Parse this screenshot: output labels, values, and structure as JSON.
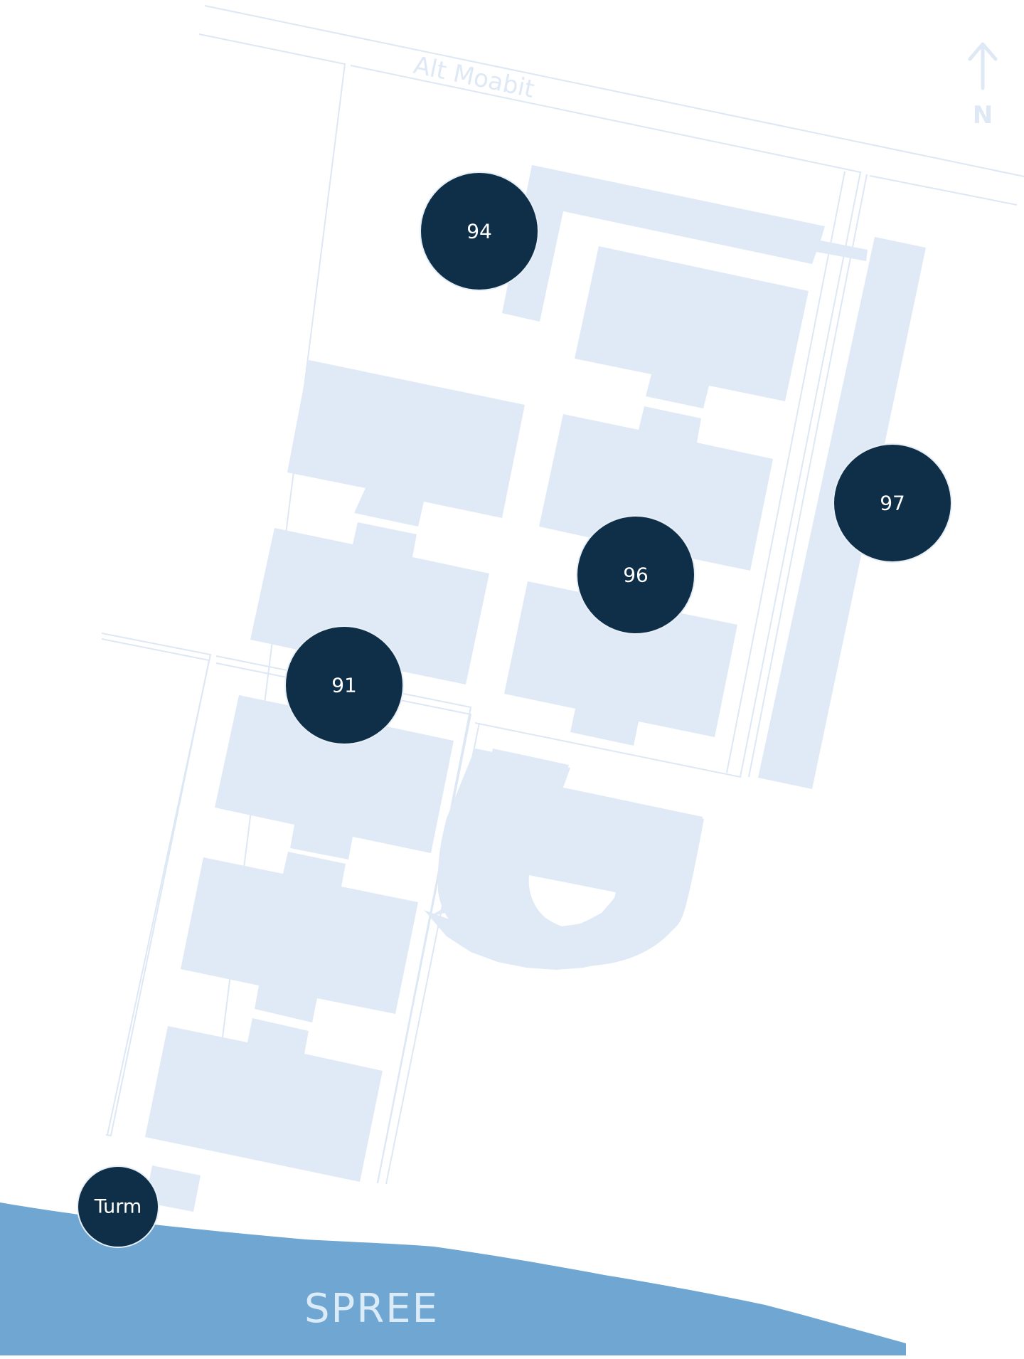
{
  "map": {
    "street_label": "Alt Moabit",
    "river_label": "SPREE",
    "north_label": "N",
    "markers": [
      {
        "id": "94",
        "label": "94"
      },
      {
        "id": "97",
        "label": "97"
      },
      {
        "id": "96",
        "label": "96"
      },
      {
        "id": "91",
        "label": "91"
      },
      {
        "id": "turm",
        "label": "Turm"
      }
    ],
    "icons": {
      "compass": "north-arrow-icon"
    },
    "colors": {
      "building": "#dfeaf6",
      "street": "#dde8f4",
      "water": "#6fa7d2",
      "marker": "#0f2f48",
      "marker_text": "#ffffff"
    }
  }
}
